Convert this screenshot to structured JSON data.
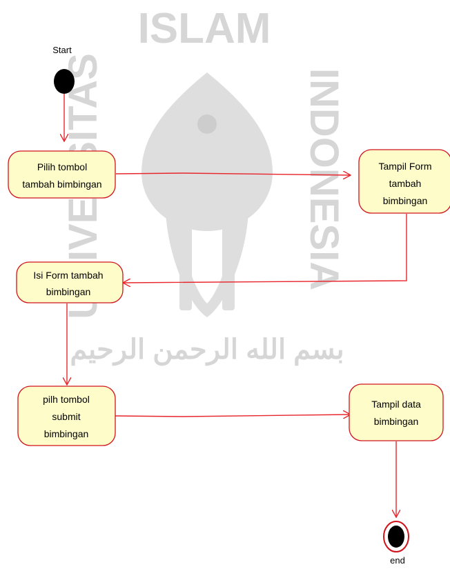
{
  "watermark": {
    "top_text": "ISLAM",
    "left_text": "UNIVERSITAS",
    "right_text": "INDONESIA",
    "bottom_text": "بسم الله الرحمن الرحيم"
  },
  "colors": {
    "flow_line": "#e8252b",
    "node_fill": "#fefcc9",
    "node_border": "#d0131b",
    "terminal": "#000000",
    "watermark": "#d4d4d4"
  },
  "diagram": {
    "start": {
      "label": "Start"
    },
    "end": {
      "label": "end"
    },
    "activities": {
      "pilih_tombol": {
        "lines": [
          "Pilih tombol",
          "tambah bimbingan"
        ]
      },
      "tampil_form": {
        "lines": [
          "Tampil Form",
          "tambah",
          "bimbingan"
        ]
      },
      "isi_form": {
        "lines": [
          "Isi Form  tambah",
          "bimbingan"
        ]
      },
      "pilh_submit": {
        "lines": [
          "pilh tombol",
          "submit",
          "bimbingan"
        ]
      },
      "tampil_data": {
        "lines": [
          "Tampil data",
          "bimbingan"
        ]
      }
    }
  }
}
